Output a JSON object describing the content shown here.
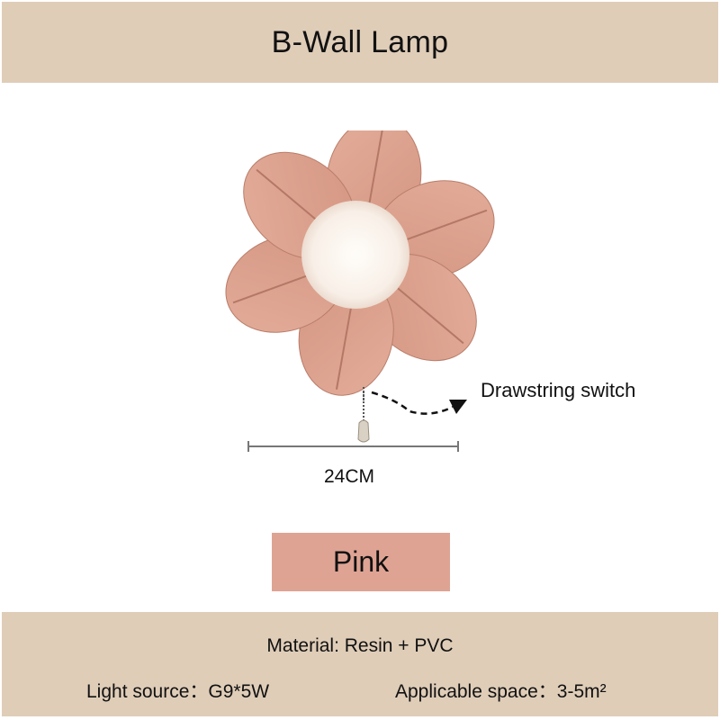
{
  "header": {
    "title": "B-Wall Lamp"
  },
  "product_image": {
    "description": "pink flower-shaped wall lamp with white globe center and pull-chain",
    "petal_color": "#dba08c",
    "globe_color": "#fbf6f1"
  },
  "annotations": {
    "callout": "Drawstring switch",
    "dimension": "24CM"
  },
  "color_option": {
    "label": "Pink",
    "swatch": "#dea393"
  },
  "specs": {
    "material": "Material: Resin + PVC",
    "light_source_label": "Light source：",
    "light_source_value": "G9*5W",
    "space_label": "Applicable space：",
    "space_value": "3-5m²"
  },
  "colors": {
    "banner": "#dfcdb8",
    "text": "#111111"
  }
}
